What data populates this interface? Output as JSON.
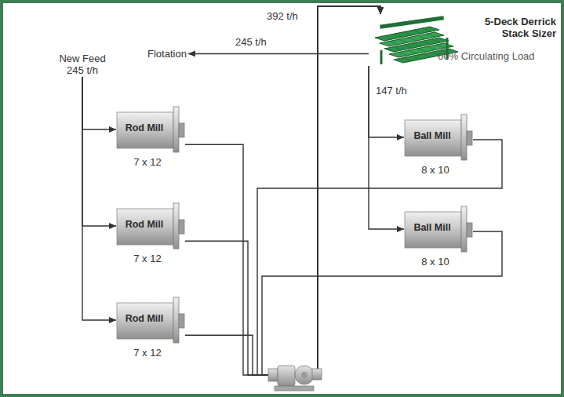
{
  "diagram": {
    "nodes": [
      {
        "text": [
          "New Feed 245 t/h"
        ]
      },
      {
        "text": [
          "Flotation"
        ]
      },
      {
        "text": [
          "5-Deck Derrick Stack Sizer",
          "60% Circulating Load"
        ]
      },
      {
        "text": [
          "Rod Mill",
          "7 x 12"
        ]
      },
      {
        "text": [
          "Ball Mill",
          "8 x 10"
        ]
      },
      {
        "text": [
          "Rod Mill",
          "7 x 12"
        ]
      },
      {
        "text": [
          "Ball Mill",
          "8 x 10"
        ]
      },
      {
        "text": [
          "Rod Mill",
          "7 x 12"
        ]
      }
    ],
    "edges": [
      {
        "from": 0,
        "to": 3,
        "arrow": "to"
      },
      {
        "from": 0,
        "to": 5,
        "arrow": "to"
      },
      {
        "from": 0,
        "to": 7,
        "arrow": "to"
      },
      {
        "from": 3,
        "to": 2,
        "arrow": "to"
      },
      {
        "from": 5,
        "to": 2,
        "arrow": "to"
      },
      {
        "from": 7,
        "to": 2,
        "arrow": "to"
      },
      {
        "from": 4,
        "to": 2,
        "arrow": "to"
      },
      {
        "from": 6,
        "to": 2,
        "arrow": "to"
      },
      {
        "from": 2,
        "to": 1,
        "label": "245 t/h",
        "arrow": "to"
      },
      {
        "from": 2,
        "to": 4,
        "label": "147 t/h",
        "arrow": "to"
      },
      {
        "from": 2,
        "to": 6,
        "arrow": "to"
      }
    ],
    "labels": [
      "392 t/h"
    ]
  }
}
